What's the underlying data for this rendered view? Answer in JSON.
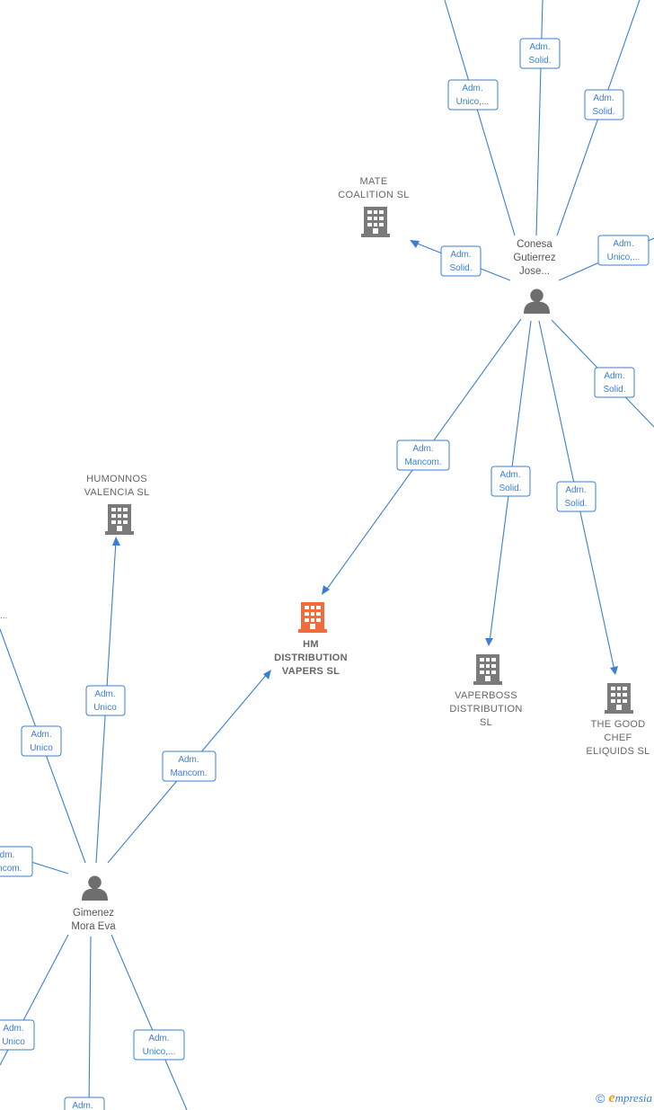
{
  "colors": {
    "edge": "#3a7fd6",
    "company": "#7a7a7a",
    "company_highlight": "#f26b3a",
    "person": "#6e6e6e"
  },
  "nodes": {
    "mate": {
      "lines": [
        "MATE",
        "COALITION  SL"
      ],
      "icon": "building-icon"
    },
    "humonnos": {
      "lines": [
        "HUMONNOS",
        "VALENCIA  SL"
      ],
      "icon": "building-icon"
    },
    "hm": {
      "lines": [
        "HM",
        "DISTRIBUTION",
        "VAPERS  SL"
      ],
      "icon": "building-icon-highlighted"
    },
    "vaperboss": {
      "lines": [
        "VAPERBOSS",
        "DISTRIBUTION",
        "SL"
      ],
      "icon": "building-icon"
    },
    "goodchef": {
      "lines": [
        "THE GOOD",
        "CHEF",
        "ELIQUIDS  SL"
      ],
      "icon": "building-icon"
    },
    "conesa": {
      "lines": [
        "Conesa",
        "Gutierrez",
        "Jose..."
      ],
      "icon": "person-icon"
    },
    "gimenez": {
      "lines": [
        "Gimenez",
        "Mora Eva"
      ],
      "icon": "person-icon"
    },
    "partial_left": {
      "lines": [
        "..."
      ]
    }
  },
  "edge_labels": {
    "conesa_top_mid": [
      "Adm.",
      "Solid."
    ],
    "conesa_top_left": [
      "Adm.",
      "Unico,..."
    ],
    "conesa_top_right": [
      "Adm.",
      "Solid."
    ],
    "conesa_mate": [
      "Adm.",
      "Solid."
    ],
    "conesa_right": [
      "Adm.",
      "Unico,..."
    ],
    "conesa_lower_right": [
      "Adm.",
      "Solid."
    ],
    "conesa_hm": [
      "Adm.",
      "Mancom."
    ],
    "conesa_vaperboss": [
      "Adm.",
      "Solid."
    ],
    "conesa_goodchef": [
      "Adm.",
      "Solid."
    ],
    "gimenez_humonnos": [
      "Adm.",
      "Unico"
    ],
    "gimenez_left_top": [
      "Adm.",
      "Unico"
    ],
    "gimenez_hm": [
      "Adm.",
      "Mancom."
    ],
    "gimenez_left_mid": [
      "dm.",
      "ancom."
    ],
    "gimenez_bottom_left": [
      "Adm.",
      "Unico"
    ],
    "gimenez_bottom_right": [
      "Adm.",
      "Unico,..."
    ],
    "gimenez_bottom_mid": [
      "Adm."
    ]
  },
  "footer": {
    "copyright": "©",
    "brand_initial": "e",
    "brand_rest": "mpresia"
  }
}
